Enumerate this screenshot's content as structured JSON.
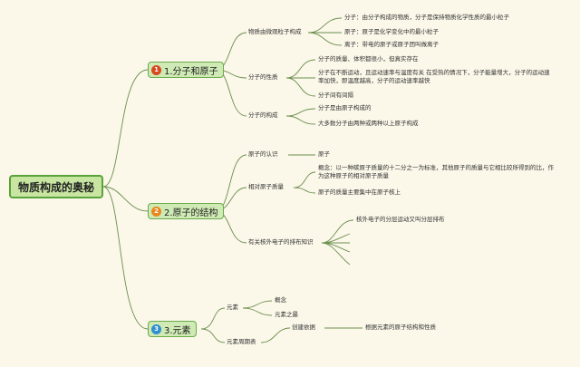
{
  "root": "物质构成的奥秘",
  "topics": [
    {
      "number": "1",
      "label": "1.分子和原子",
      "badge_color": "#d9481e"
    },
    {
      "number": "2",
      "label": "2.原子的结构",
      "badge_color": "#e8871e"
    },
    {
      "number": "3",
      "label": "3.元素",
      "badge_color": "#2f8fcf"
    }
  ],
  "t1": {
    "b1": "物质由微观粒子构成",
    "b1_items": [
      "分子：由分子构成的物质，分子是保持物质化学性质的最小粒子",
      "原子：原子是化学变化中的最小粒子",
      "离子：带电的原子或原子团叫做离子"
    ],
    "b2": "分子的性质",
    "b2_items": [
      "分子的质量、体积都很小，但真实存在",
      "分子在不断运动，且运动速率与温度有关 在受热的情况下，分子能量增大，分子的运动速率加快，即温度越高，分子的运动速率越快",
      "分子间有间隔"
    ],
    "b3": "分子的构成",
    "b3_items": [
      "分子是由原子构成的",
      "大多数分子由两种或两种以上原子构成"
    ]
  },
  "t2": {
    "b1": "原子的认识",
    "b1_items": [
      "原子"
    ],
    "b2": "相对原子质量",
    "b2_items": [
      "概念：以一种碳原子质量的十二分之一为标准，其他原子的质量与它相比较所得到的比，作为这种原子的相对原子质量",
      "原子的质量主要集中在原子核上"
    ],
    "b3": "有关核外电子的排布知识",
    "b3_items": [
      "核外电子的分层运动又叫分层排布"
    ]
  },
  "t3": {
    "b1": "元素",
    "b1_items": [
      "概念",
      "元素之最"
    ],
    "b2": "元素周期表",
    "b2_item": "创建依据",
    "b2_sub": "根据元素的原子结构和性质"
  },
  "colors": {
    "line": "#6b8f4e",
    "topic_border": "#6aaa4a",
    "root_fill": "#c8e6a2"
  }
}
